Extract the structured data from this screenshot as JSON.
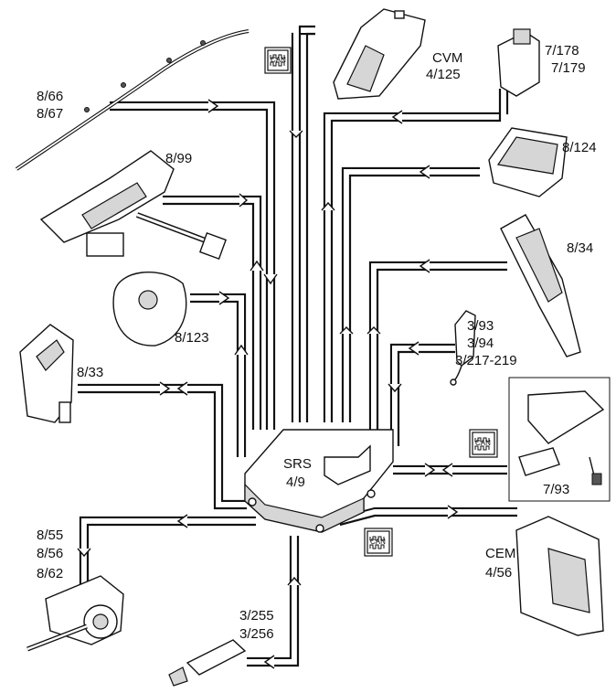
{
  "ecu": {
    "name": "SRS",
    "code": "4/9"
  },
  "components": [
    {
      "id": "airbag-curtain",
      "codes": [
        "8/66",
        "8/67"
      ]
    },
    {
      "id": "cvm",
      "name": "CVM",
      "codes": [
        "4/125"
      ]
    },
    {
      "id": "sensor-7-178",
      "codes": [
        "7/178",
        "7/179"
      ]
    },
    {
      "id": "steering-column",
      "codes": [
        "8/99"
      ]
    },
    {
      "id": "passenger-airbag",
      "codes": [
        "8/124"
      ]
    },
    {
      "id": "side-airbag",
      "codes": [
        "8/34"
      ]
    },
    {
      "id": "driver-airbag",
      "codes": [
        "8/123"
      ]
    },
    {
      "id": "seatbelt-buckle",
      "codes": [
        "3/93",
        "3/94",
        "3/217-219"
      ]
    },
    {
      "id": "belt-tensioner",
      "codes": [
        "8/33"
      ]
    },
    {
      "id": "occupant-sensor",
      "codes": [
        "7/93"
      ]
    },
    {
      "id": "retractor",
      "codes": [
        "8/55",
        "8/56",
        "8/62"
      ]
    },
    {
      "id": "pedal-sensor",
      "codes": [
        "3/255",
        "3/256"
      ]
    },
    {
      "id": "cem",
      "name": "CEM",
      "codes": [
        "4/56"
      ]
    }
  ],
  "can_label": "CAN"
}
